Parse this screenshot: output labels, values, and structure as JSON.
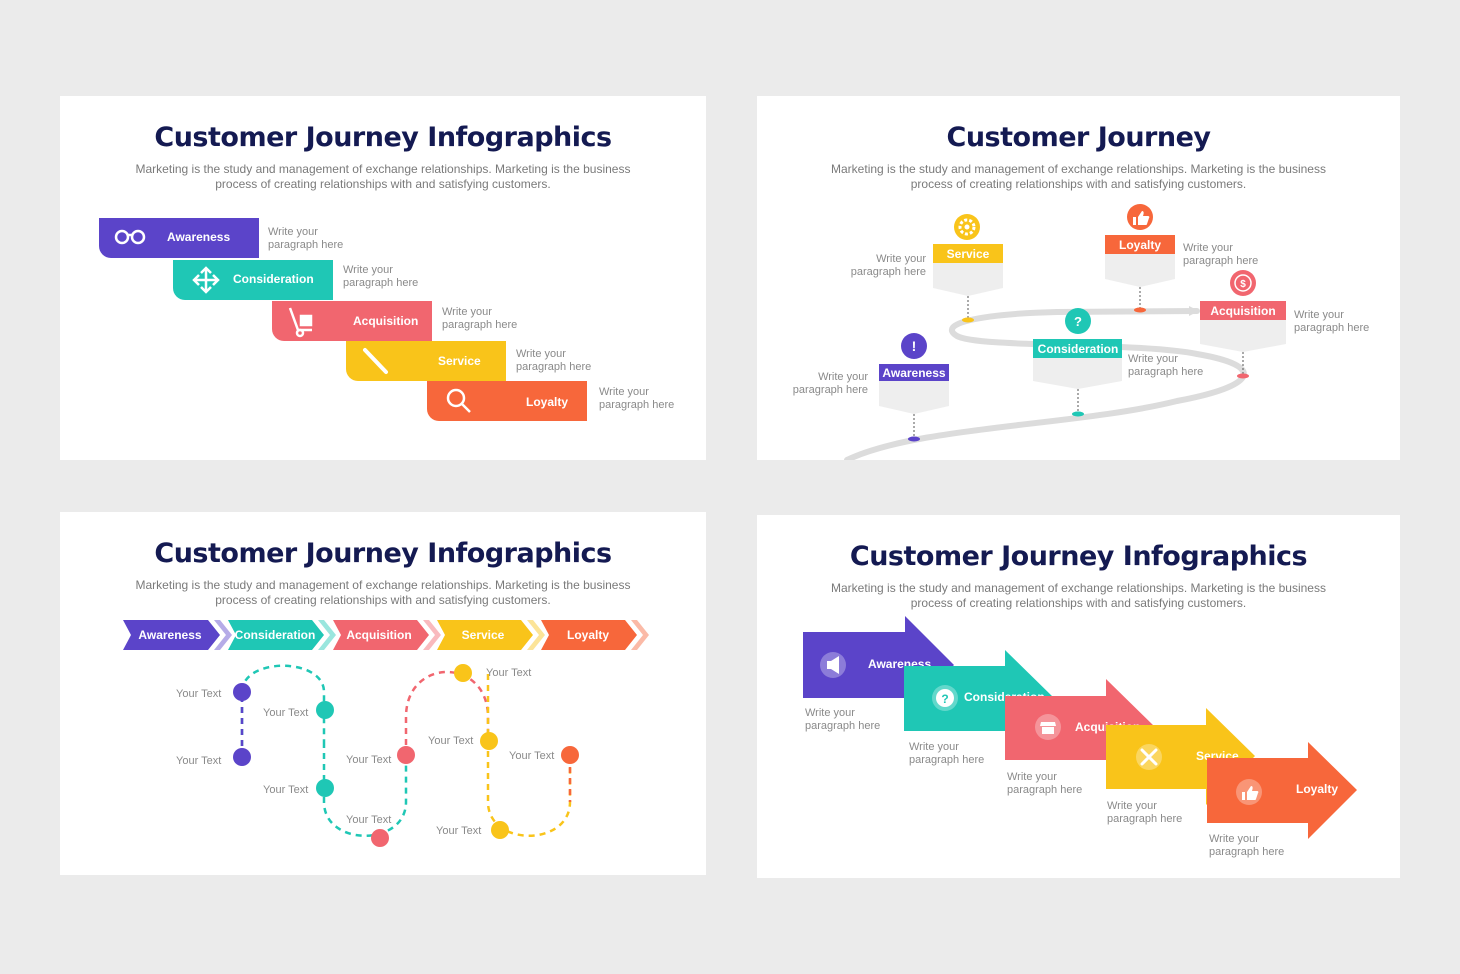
{
  "colors": {
    "purple": "#5b44c9",
    "teal": "#1fc7b5",
    "coral": "#f1666f",
    "yellow": "#f9c41a",
    "orange": "#f7673b",
    "title": "#141a52",
    "text": "#7a7a7a",
    "road": "#dcdcdc"
  },
  "slide1": {
    "title": "Customer Journey Infographics",
    "subtitle_line1": "Marketing is the study and management of exchange relationships. Marketing is the business",
    "subtitle_line2": "process of creating relationships with and satisfying customers.",
    "steps": [
      {
        "label": "Awareness",
        "icon": "binoculars-icon",
        "note1": "Write your",
        "note2": "paragraph here"
      },
      {
        "label": "Consideration",
        "icon": "move-arrows-icon",
        "note1": "Write your",
        "note2": "paragraph here"
      },
      {
        "label": "Acquisition",
        "icon": "hand-truck-icon",
        "note1": "Write your",
        "note2": "paragraph here"
      },
      {
        "label": "Service",
        "icon": "screwdriver-icon",
        "note1": "Write your",
        "note2": "paragraph here"
      },
      {
        "label": "Loyalty",
        "icon": "magnifier-heart-icon",
        "note1": "Write your",
        "note2": "paragraph here"
      }
    ]
  },
  "slide2": {
    "title": "Customer Journey",
    "subtitle_line1": "Marketing is the study and management of exchange relationships. Marketing is the business",
    "subtitle_line2": "process of creating relationships with and satisfying customers.",
    "markers": [
      {
        "label": "Awareness",
        "icon": "exclamation-icon",
        "note1": "Write your",
        "note2": "paragraph here"
      },
      {
        "label": "Service",
        "icon": "gear-icon",
        "note1": "Write your",
        "note2": "paragraph here"
      },
      {
        "label": "Consideration",
        "icon": "question-icon",
        "note1": "Write your",
        "note2": "paragraph here"
      },
      {
        "label": "Loyalty",
        "icon": "thumbs-up-icon",
        "note1": "Write your",
        "note2": "paragraph here"
      },
      {
        "label": "Acquisition",
        "icon": "dollar-icon",
        "note1": "Write your",
        "note2": "paragraph here"
      }
    ]
  },
  "slide3": {
    "title": "Customer Journey Infographics",
    "subtitle_line1": "Marketing is the study and management of exchange relationships. Marketing is the business",
    "subtitle_line2": "process of creating relationships with and satisfying customers.",
    "chevrons": [
      "Awareness",
      "Consideration",
      "Acquisition",
      "Service",
      "Loyalty"
    ],
    "point_label": "Your Text"
  },
  "slide4": {
    "title": "Customer Journey Infographics",
    "subtitle_line1": "Marketing is the study and management of exchange relationships. Marketing is the business",
    "subtitle_line2": "process of creating relationships with and satisfying customers.",
    "arrows": [
      {
        "label": "Awareness",
        "icon": "megaphone-icon",
        "note1": "Write your",
        "note2": "paragraph here"
      },
      {
        "label": "Consideration",
        "icon": "question-icon",
        "note1": "Write your",
        "note2": "paragraph here"
      },
      {
        "label": "Acquisition",
        "icon": "store-icon",
        "note1": "Write your",
        "note2": "paragraph here"
      },
      {
        "label": "Service",
        "icon": "tools-icon",
        "note1": "Write your",
        "note2": "paragraph here"
      },
      {
        "label": "Loyalty",
        "icon": "thumbs-up-icon",
        "note1": "Write your",
        "note2": "paragraph here"
      }
    ]
  }
}
